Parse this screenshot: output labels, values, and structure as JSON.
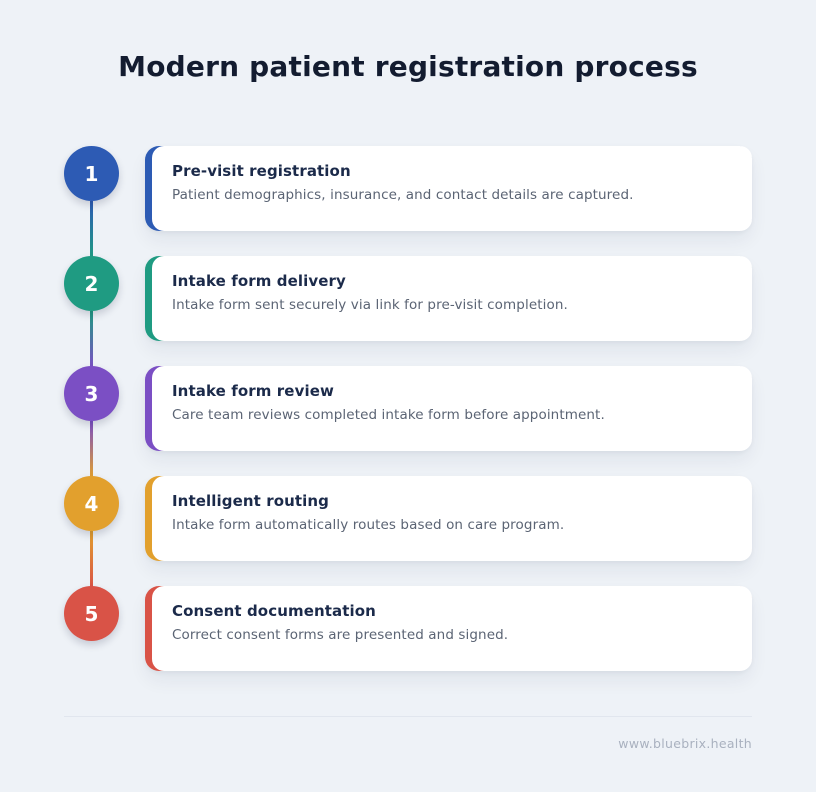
{
  "page": {
    "title": "Modern patient registration process",
    "background_color": "#eef2f7"
  },
  "steps": [
    {
      "number": "1",
      "title": "Pre-visit registration",
      "description": "Patient demographics, insurance, and contact details are captured.",
      "color": "#2d5bb4"
    },
    {
      "number": "2",
      "title": "Intake form delivery",
      "description": "Intake form sent securely via link for pre-visit completion.",
      "color": "#1f9b82"
    },
    {
      "number": "3",
      "title": "Intake form review",
      "description": "Care team reviews completed intake form before appointment.",
      "color": "#7b4fc4"
    },
    {
      "number": "4",
      "title": "Intelligent routing",
      "description": "Intake form automatically routes based on care program.",
      "color": "#e2a02d"
    },
    {
      "number": "5",
      "title": "Consent documentation",
      "description": "Correct consent forms are presented and signed.",
      "color": "#d95347"
    }
  ],
  "footer": {
    "website": "www.bluebrix.health"
  }
}
